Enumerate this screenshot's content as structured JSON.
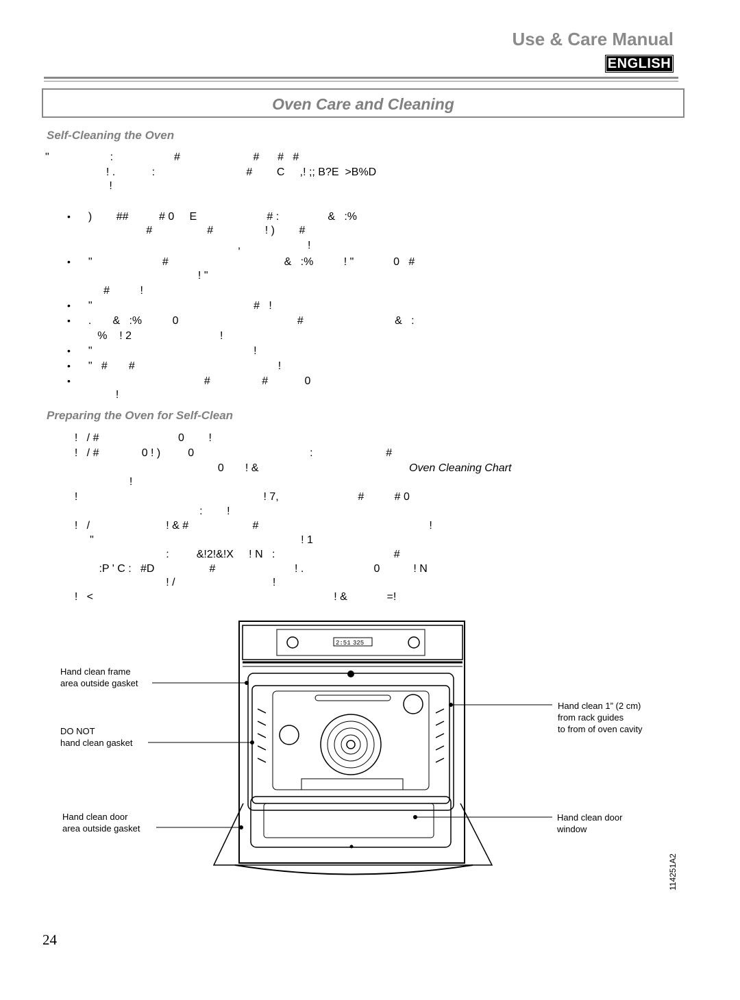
{
  "header": {
    "manual_title": "Use & Care Manual",
    "language": "ENGLISH"
  },
  "section": {
    "title": "Oven Care and Cleaning"
  },
  "self_clean": {
    "heading": "Self-Cleaning the Oven",
    "intro": [
      "\"                    :                    #                        #      #   #",
      "                    ! .            :                              #        C     ,! ;; B?E  >B%D",
      "                     !"
    ],
    "bullets": [
      [
        "  )        ##          # 0     E                       # :                &   :%",
        "                     #                  #                 ! )        #",
        "                                                   ,                      !"
      ],
      [
        "  \"                       #                                      &   :%          ! \"             0   #",
        "                                      ! \"",
        "       #          !"
      ],
      [
        "  \"                                                     #   !"
      ],
      [
        "  .       &   :%          0                                       #                              &   :"
      ],
      [
        "     %    ! 2                             !"
      ],
      [
        "  \"                                                     !"
      ],
      [
        "  \"   #       #                                               !"
      ],
      [
        "                                        #                 #            0",
        "           !"
      ]
    ]
  },
  "prepare": {
    "heading": "Preparing the Oven for Self-Clean",
    "lines": [
      "  !   / #                          0        !",
      "  !   / #              0 ! )         0                                      :                        #",
      "                                                 0       ! &",
      "                    !",
      "  !                                                             ! 7,                          #          # 0",
      "                                           :        !",
      "  !   /                         ! & #                     #                                                        !",
      "       \"                                                                    ! 1",
      "                                :         &!2!&!X     ! N   :                                       #",
      "          :P ' C :   #D                  #                          ! .                       0           ! N",
      "                                ! /                                !",
      "  !   <                                                                               ! &             =!"
    ],
    "chart_ref": "Oven Cleaning Chart"
  },
  "diagram": {
    "display_text": "2:51",
    "temp_text": "325",
    "callouts": {
      "frame": "Hand clean frame\narea outside gasket",
      "gasket": "DO NOT\nhand clean gasket",
      "door_area": "Hand clean door\narea outside gasket",
      "rack_guides": "Hand clean 1” (2 cm)\nfrom rack guides\nto from of oven cavity",
      "door_window": "Hand clean door\nwindow"
    },
    "figure_code": "114251A2"
  },
  "footer": {
    "page_number": "24"
  }
}
